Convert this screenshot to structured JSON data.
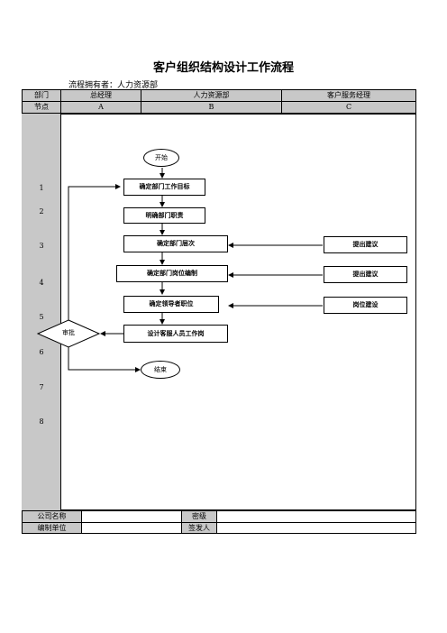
{
  "title": "客户组织结构设计工作流程",
  "owner": "流程拥有者：人力资源部",
  "header": {
    "dept_label": "部门",
    "node_label": "节点",
    "departments": [
      "总经理",
      "人力资源部",
      "客户服务经理"
    ],
    "nodes": [
      "A",
      "B",
      "C"
    ]
  },
  "row_numbers": [
    "1",
    "2",
    "3",
    "4",
    "5",
    "6",
    "7",
    "8"
  ],
  "flow": {
    "start": "开始",
    "steps": [
      "确定部门工作目标",
      "明确部门职责",
      "确定部门层次",
      "确定部门岗位编制",
      "确定领导者职位",
      "设计客服人员工作岗"
    ],
    "decision": "审批",
    "end": "结束",
    "suggestions": [
      "提出建议",
      "提出建议",
      "岗位建设"
    ]
  },
  "footer": {
    "company_label": "公司名称",
    "company_value": "",
    "secret_label": "密级",
    "secret_value": "",
    "unit_label": "编制单位",
    "unit_value": "",
    "issuer_label": "签发人",
    "issuer_value": ""
  }
}
